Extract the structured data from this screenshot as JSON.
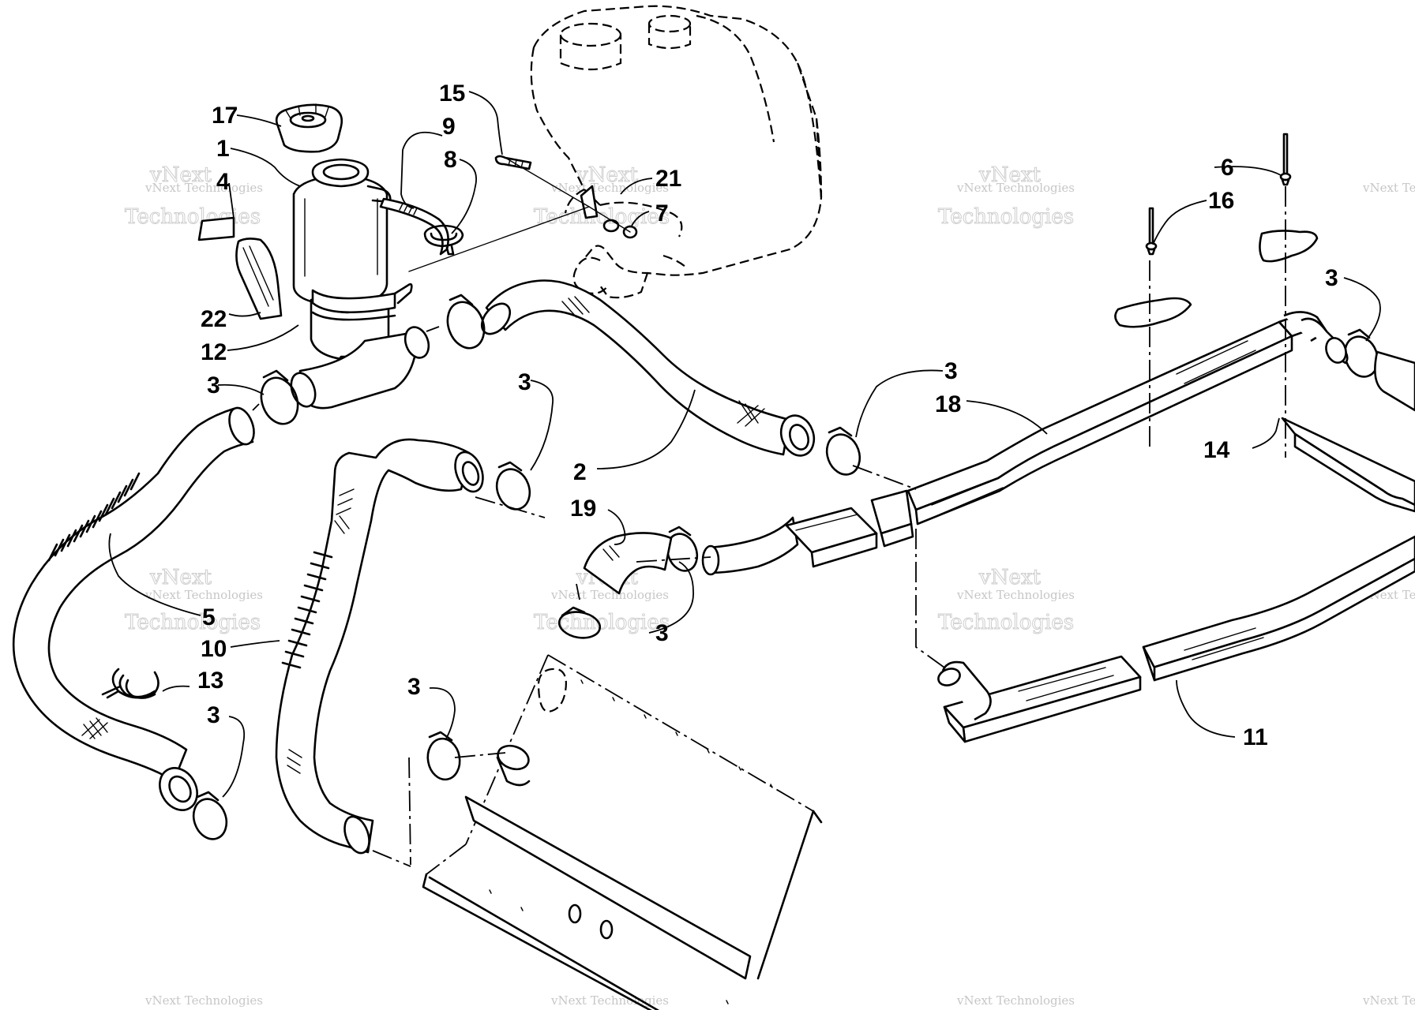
{
  "watermark": {
    "line1": "vNext Technologies",
    "line2": "vNext",
    "line3": "Technologies"
  },
  "callouts": [
    {
      "id": "c17",
      "label": "17"
    },
    {
      "id": "c1",
      "label": "1"
    },
    {
      "id": "c4",
      "label": "4"
    },
    {
      "id": "c22",
      "label": "22"
    },
    {
      "id": "c12",
      "label": "12"
    },
    {
      "id": "c3a",
      "label": "3"
    },
    {
      "id": "c9",
      "label": "9"
    },
    {
      "id": "c8",
      "label": "8"
    },
    {
      "id": "c15",
      "label": "15"
    },
    {
      "id": "c21",
      "label": "21"
    },
    {
      "id": "c7",
      "label": "7"
    },
    {
      "id": "c3b",
      "label": "3"
    },
    {
      "id": "c2",
      "label": "2"
    },
    {
      "id": "c3c",
      "label": "3"
    },
    {
      "id": "c18",
      "label": "18"
    },
    {
      "id": "c6",
      "label": "6"
    },
    {
      "id": "c16",
      "label": "16"
    },
    {
      "id": "c3d",
      "label": "3"
    },
    {
      "id": "c14",
      "label": "14"
    },
    {
      "id": "c19",
      "label": "19"
    },
    {
      "id": "c3e",
      "label": "3"
    },
    {
      "id": "c5",
      "label": "5"
    },
    {
      "id": "c10",
      "label": "10"
    },
    {
      "id": "c13",
      "label": "13"
    },
    {
      "id": "c3f",
      "label": "3"
    },
    {
      "id": "c3g",
      "label": "3"
    },
    {
      "id": "c11",
      "label": "11"
    }
  ]
}
